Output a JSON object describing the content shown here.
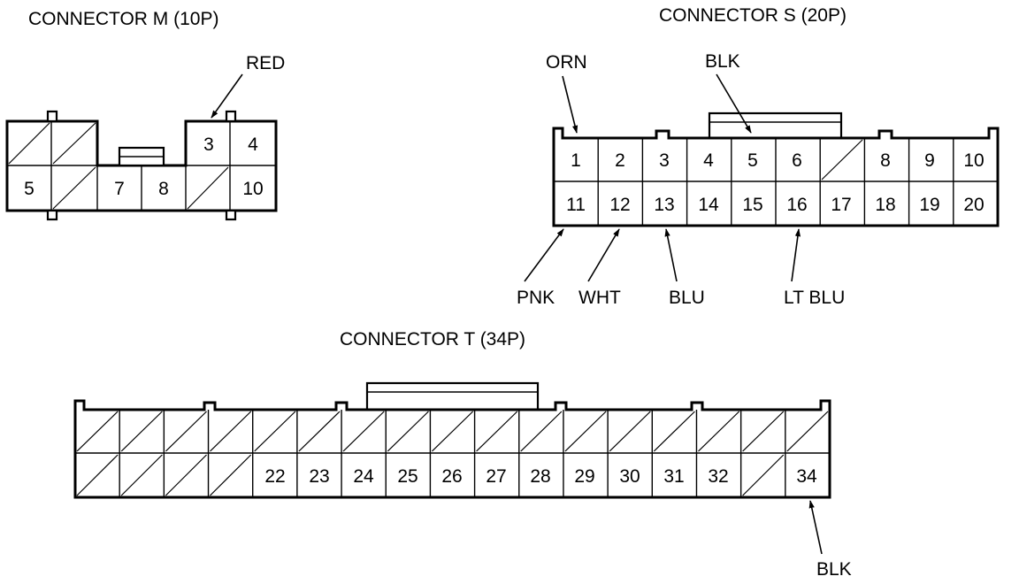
{
  "connectors": [
    {
      "id": "M",
      "title": "CONNECTOR M (10P)",
      "rows": [
        [
          "",
          "",
          null,
          null,
          "3",
          "4"
        ],
        [
          "5",
          "",
          "7",
          "8",
          "",
          "10"
        ]
      ],
      "wires": [
        {
          "color": "RED",
          "pin": "3"
        }
      ]
    },
    {
      "id": "S",
      "title": "CONNECTOR S (20P)",
      "rows": [
        [
          "1",
          "2",
          "3",
          "4",
          "5",
          "6",
          "",
          "8",
          "9",
          "10"
        ],
        [
          "11",
          "12",
          "13",
          "14",
          "15",
          "16",
          "17",
          "18",
          "19",
          "20"
        ]
      ],
      "wires": [
        {
          "color": "ORN",
          "pin": "1"
        },
        {
          "color": "BLK",
          "pin": "5"
        },
        {
          "color": "PNK",
          "pin": "11"
        },
        {
          "color": "WHT",
          "pin": "12"
        },
        {
          "color": "BLU",
          "pin": "13"
        },
        {
          "color": "LT BLU",
          "pin": "16"
        }
      ]
    },
    {
      "id": "T",
      "title": "CONNECTOR T (34P)",
      "rows": [
        [
          "",
          "",
          "",
          "",
          "",
          "",
          "",
          "",
          "",
          "",
          "",
          "",
          "",
          "",
          "",
          "",
          ""
        ],
        [
          "",
          "",
          "",
          "",
          "22",
          "23",
          "24",
          "25",
          "26",
          "27",
          "28",
          "29",
          "30",
          "31",
          "32",
          "",
          "34"
        ]
      ],
      "wires": [
        {
          "color": "BLK",
          "pin": "34"
        }
      ]
    }
  ]
}
